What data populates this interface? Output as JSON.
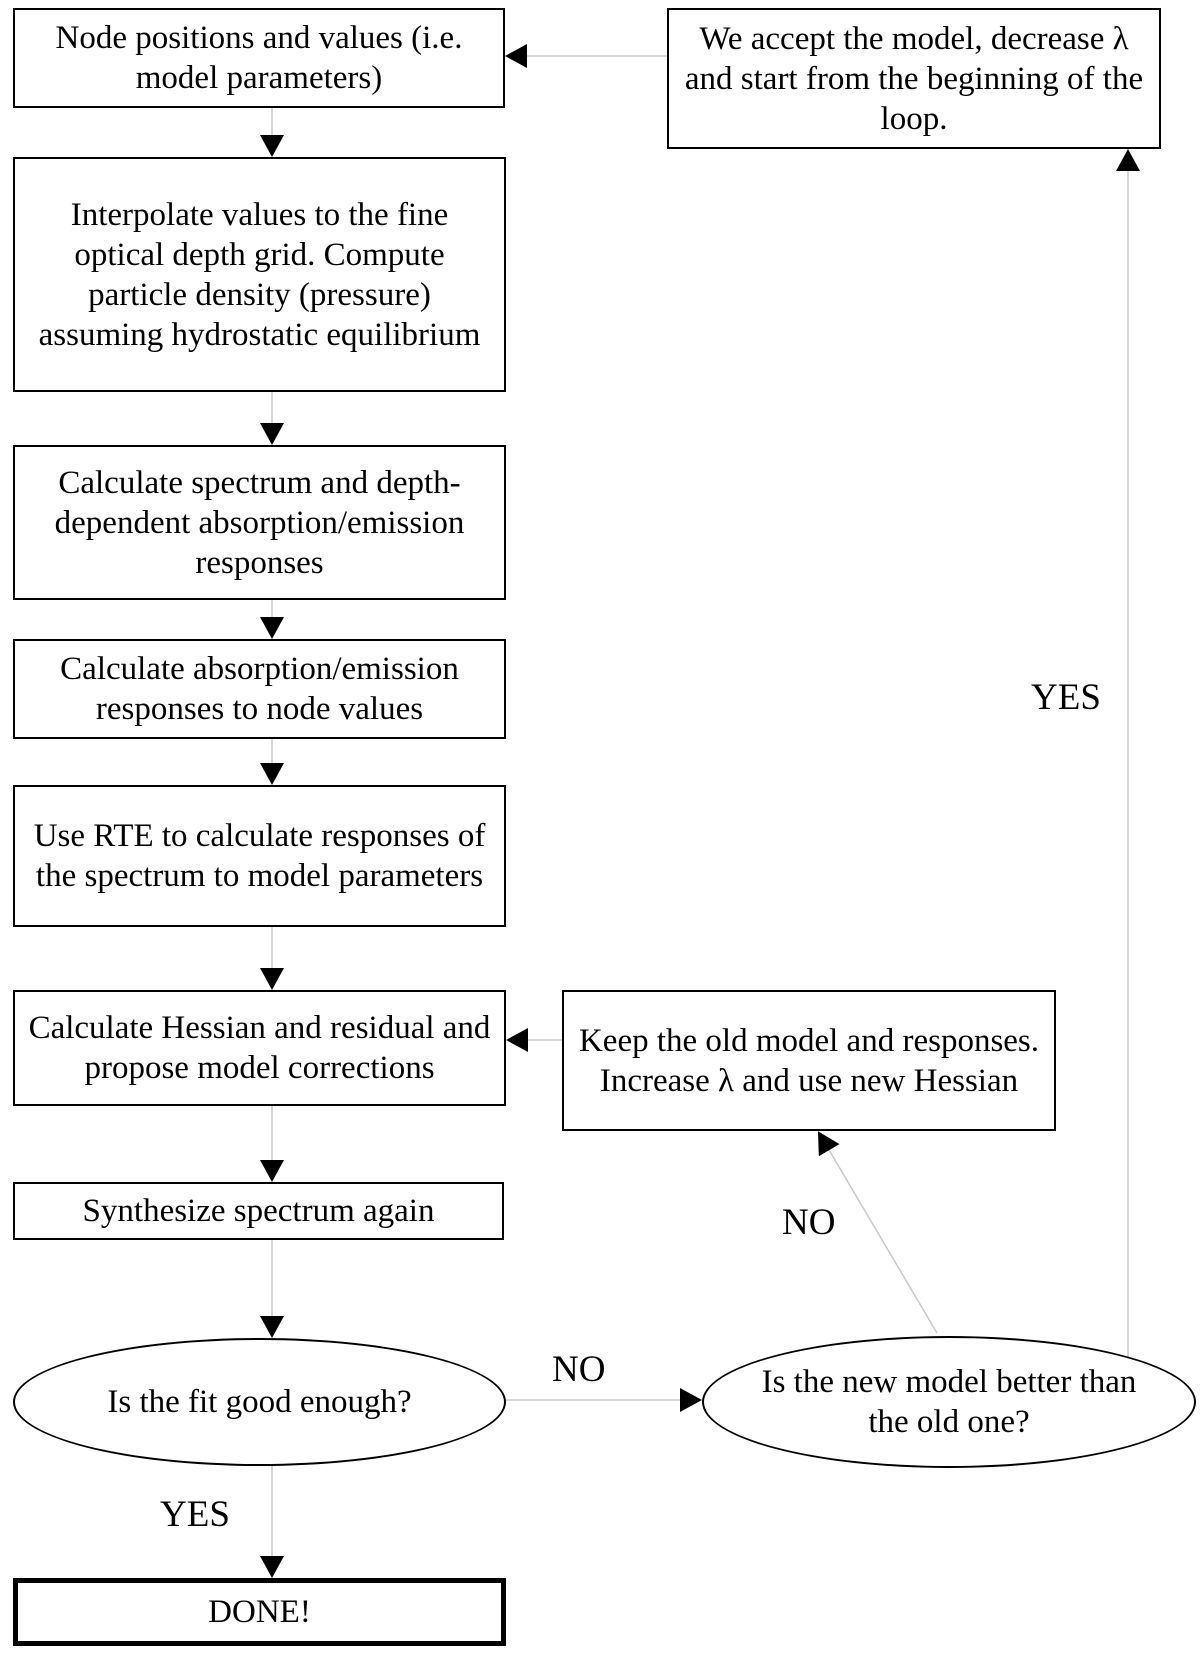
{
  "nodes": {
    "node_positions": "Node positions and values (i.e. model parameters)",
    "interpolate": "Interpolate values to the fine optical depth grid. Compute particle density (pressure) assuming hydrostatic equilibrium",
    "calc_spectrum": "Calculate spectrum and depth-dependent absorption/emission responses",
    "calc_abs_responses": "Calculate absorption/emission responses to node values",
    "use_rte": "Use RTE to calculate responses of the spectrum to model parameters",
    "calc_hessian": "Calculate Hessian and residual and propose model corrections",
    "synthesize": "Synthesize spectrum again",
    "fit_good": "Is the fit good enough?",
    "done": "DONE!",
    "accept_model": "We accept the model, decrease λ  and start from the beginning of the loop.",
    "keep_old": "Keep the old model and responses. Increase λ and use new Hessian",
    "new_better": "Is the new model better than the old one?"
  },
  "edge_labels": {
    "fit_yes": "YES",
    "fit_no": "NO",
    "better_no": "NO",
    "better_yes": "YES"
  },
  "colors": {
    "box_border": "#000000",
    "connector": "#c8c8c8",
    "arrowhead": "#000000",
    "background": "#ffffff"
  }
}
